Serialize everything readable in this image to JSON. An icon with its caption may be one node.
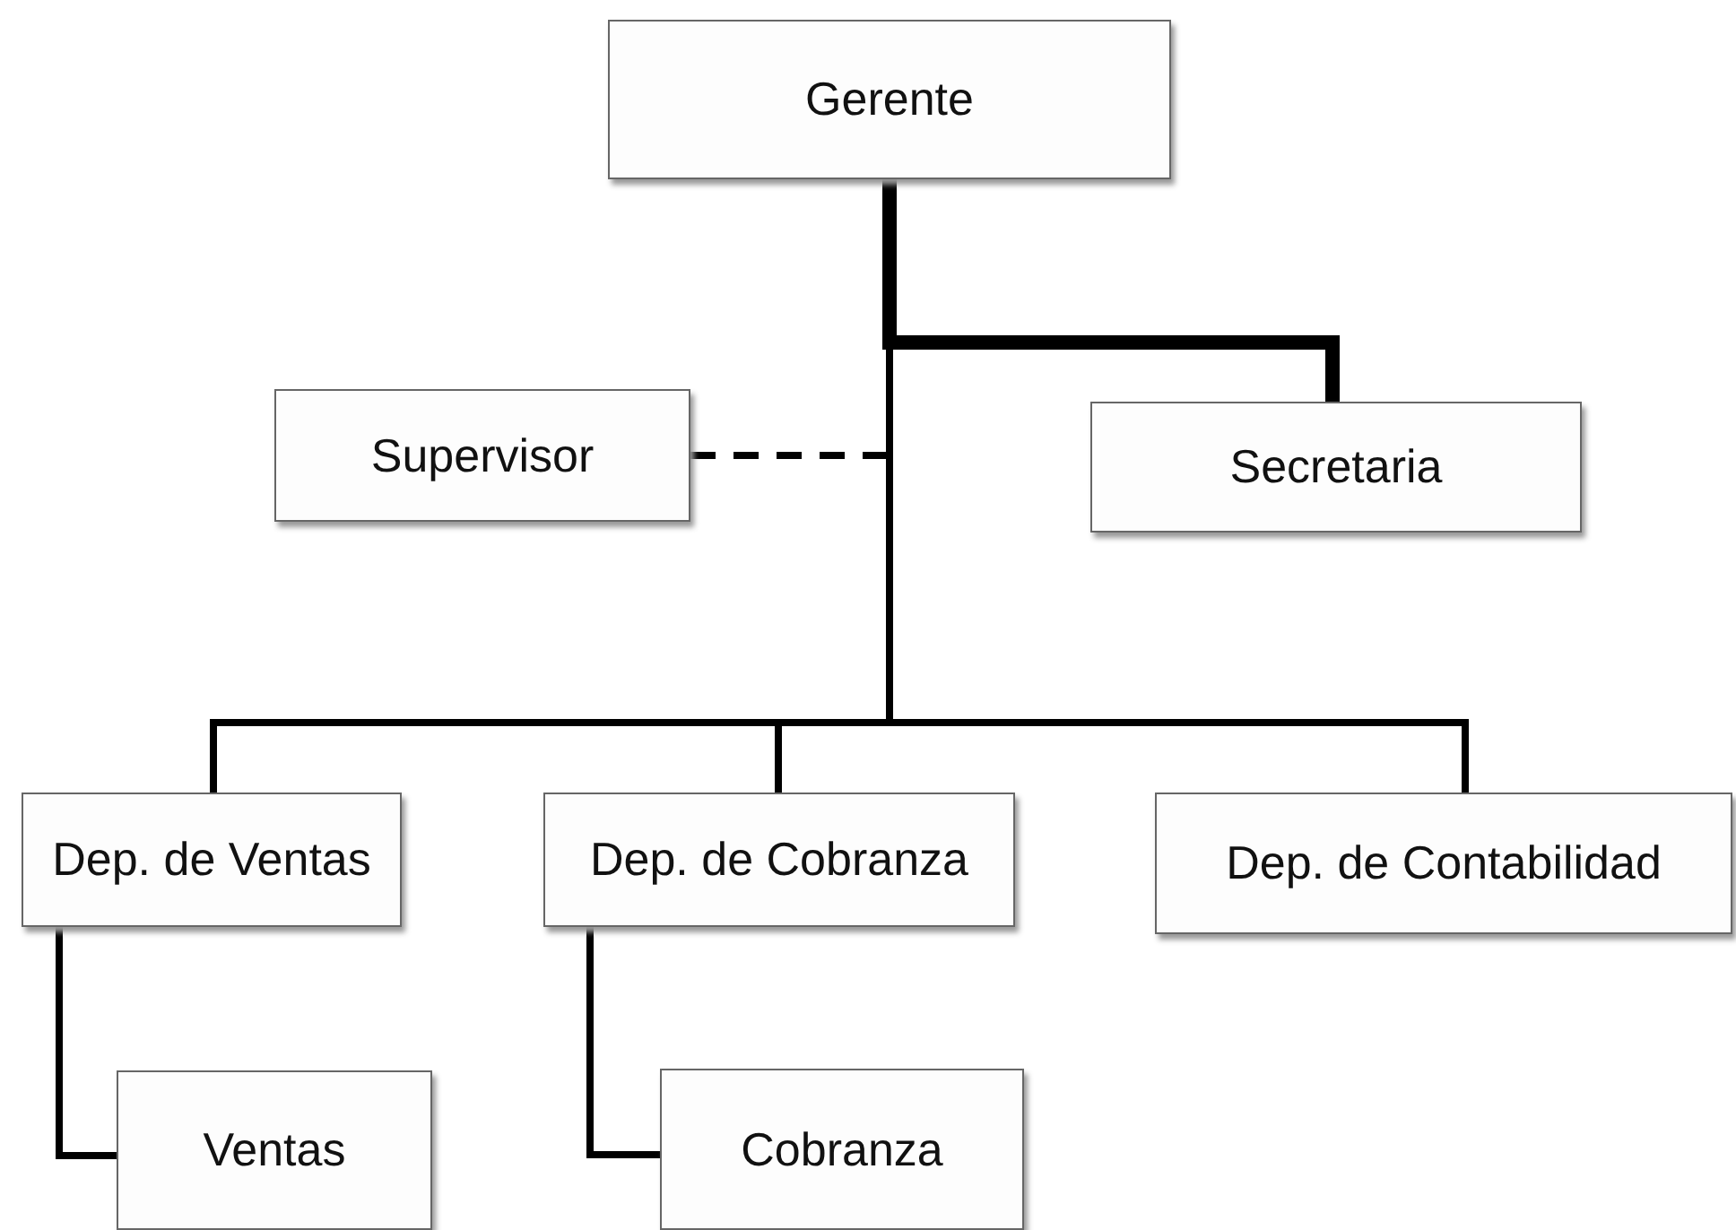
{
  "diagram": {
    "nodes": [
      {
        "text": [
          "Gerente"
        ]
      },
      {
        "text": [
          "Supervisor"
        ]
      },
      {
        "text": [
          "Secretaria"
        ]
      },
      {
        "text": [
          "Dep. de Ventas"
        ]
      },
      {
        "text": [
          "Dep. de Cobranza"
        ]
      },
      {
        "text": [
          "Dep. de Contabilidad"
        ]
      },
      {
        "text": [
          "Ventas"
        ]
      },
      {
        "text": [
          "Cobranza"
        ]
      }
    ],
    "edges": [
      {
        "from": 0,
        "to": 2,
        "arrow": "none",
        "style": "thick"
      },
      {
        "from": 0,
        "to": 1,
        "arrow": "none",
        "style": "dashed"
      },
      {
        "from": 0,
        "to": 3,
        "arrow": "none"
      },
      {
        "from": 0,
        "to": 4,
        "arrow": "none"
      },
      {
        "from": 0,
        "to": 5,
        "arrow": "none"
      },
      {
        "from": 3,
        "to": 6,
        "arrow": "none"
      },
      {
        "from": 4,
        "to": 7,
        "arrow": "none"
      }
    ]
  }
}
